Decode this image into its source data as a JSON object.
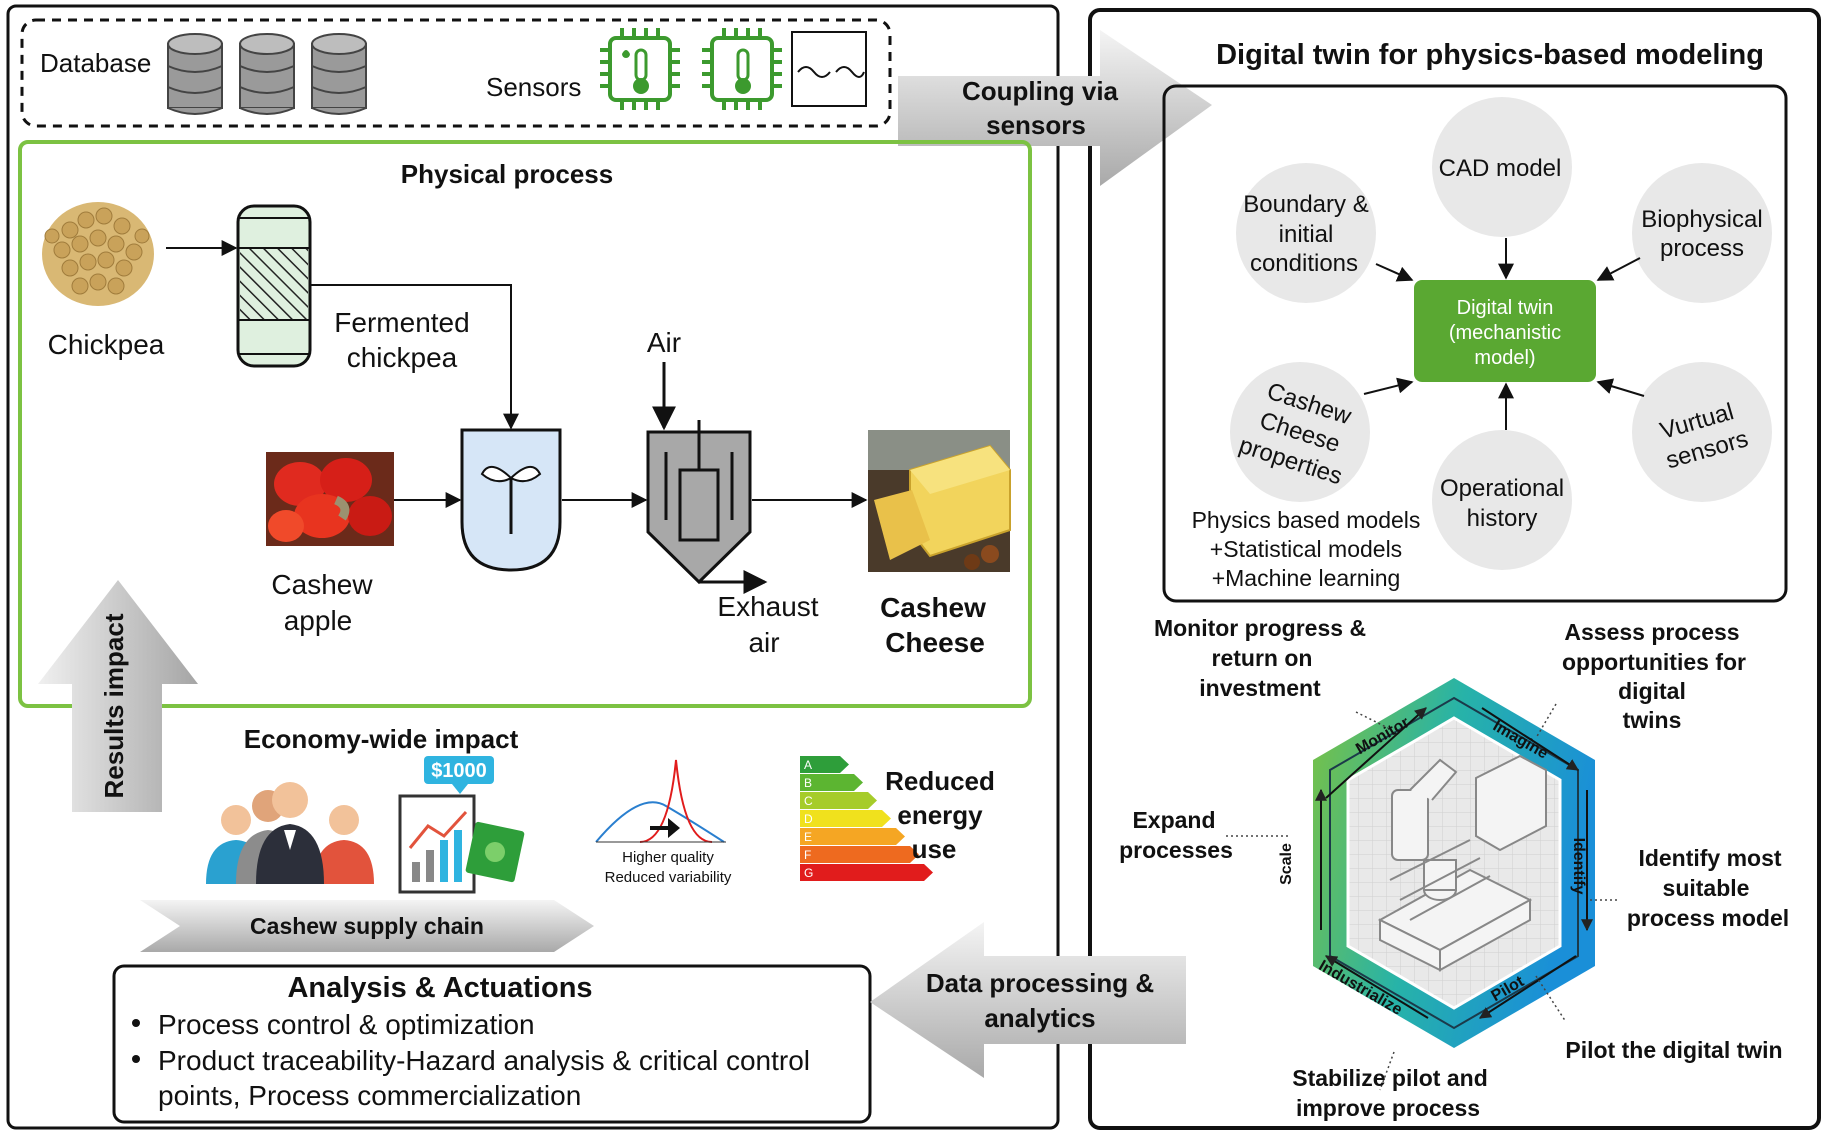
{
  "top_bar": {
    "database_label": "Database",
    "sensors_label": "Sensors"
  },
  "coupling_arrow": {
    "line1": "Coupling via",
    "line2": "sensors"
  },
  "physical_process": {
    "title": "Physical process",
    "chickpea": "Chickpea",
    "fermented_line1": "Fermented",
    "fermented_line2": "chickpea",
    "air": "Air",
    "cashew_apple_line1": "Cashew",
    "cashew_apple_line2": "apple",
    "exhaust_line1": "Exhaust",
    "exhaust_line2": "air",
    "cashew_cheese_line1": "Cashew",
    "cashew_cheese_line2": "Cheese"
  },
  "results_impact": "Results impact",
  "economy": {
    "title": "Economy-wide impact",
    "money_tag": "$1000",
    "quality_line1": "Higher quality",
    "quality_line2": "Reduced variability",
    "energy_line1": "Reduced",
    "energy_line2": "energy",
    "energy_line3": "use",
    "energy_classes": [
      "A",
      "B",
      "C",
      "D",
      "E",
      "F",
      "G"
    ],
    "energy_colors": [
      "#2e9e3a",
      "#5cb531",
      "#a6cc2a",
      "#f0e11d",
      "#f5a623",
      "#ee6a1f",
      "#e11c1c"
    ],
    "supply_chain": "Cashew supply chain"
  },
  "analysis": {
    "title": "Analysis & Actuations",
    "bullet1": "Process control & optimization",
    "bullet2_line1": "Product traceability-Hazard analysis & critical control",
    "bullet2_line2": "points, Process commercialization"
  },
  "data_arrow": {
    "line1": "Data processing &",
    "line2": "analytics"
  },
  "digital_twin": {
    "title": "Digital twin for physics-based modeling",
    "center_line1": "Digital twin",
    "center_line2": "(mechanistic",
    "center_line3": "model)",
    "cad": "CAD model",
    "boundary_line1": "Boundary &",
    "boundary_line2": "initial",
    "boundary_line3": "conditions",
    "bio_line1": "Biophysical",
    "bio_line2": "process",
    "cashew_line1": "Cashew",
    "cashew_line2": "Cheese",
    "cashew_line3": "properties",
    "ops_line1": "Operational",
    "ops_line2": "history",
    "virtual_line1": "Vurtual",
    "virtual_line2": "sensors",
    "models_line1": "Physics based models",
    "models_line2": "+Statistical models",
    "models_line3": "+Machine learning",
    "center_color": "#5aa832"
  },
  "lifecycle": {
    "monitor_text_line1": "Monitor progress &",
    "monitor_text_line2": "return on",
    "monitor_text_line3": "investment",
    "assess_line1": "Assess process",
    "assess_line2": "opportunities for",
    "assess_line3": "digital",
    "assess_line4": "twins",
    "expand_line1": "Expand",
    "expand_line2": "processes",
    "identify_line1": "Identify most",
    "identify_line2": "suitable",
    "identify_line3": "process model",
    "pilot_text": "Pilot the digital twin",
    "stabilize_line1": "Stabilize pilot and",
    "stabilize_line2": "improve process",
    "ring_monitor": "Monitor",
    "ring_imagine": "Imagine",
    "ring_identify": "Identify",
    "ring_pilot": "Pilot",
    "ring_industrialize": "Industrialize",
    "ring_scale": "Scale"
  }
}
